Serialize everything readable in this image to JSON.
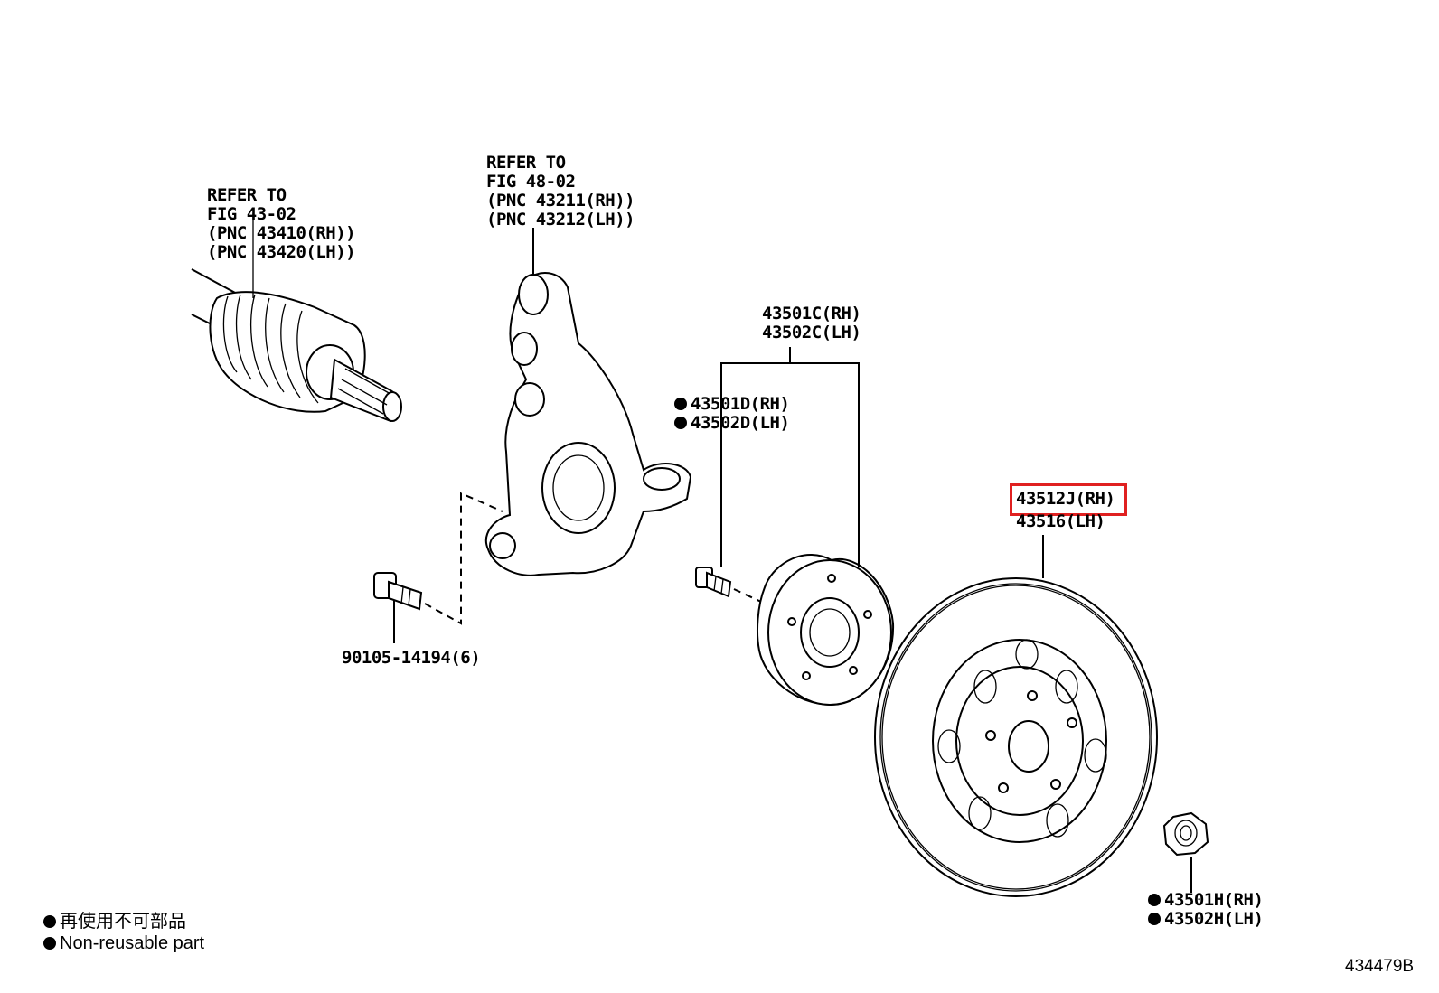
{
  "callouts": {
    "drive_shaft": [
      "REFER TO",
      "FIG 43-02",
      "(PNC 43410(RH))",
      "(PNC 43420(LH))"
    ],
    "knuckle": [
      "REFER TO",
      "FIG 48-02",
      "(PNC 43211(RH))",
      "(PNC 43212(LH))"
    ],
    "hub_rh": "43501C(RH)",
    "hub_lh": "43502C(LH)",
    "hub_bolt_rh": "43501D(RH)",
    "hub_bolt_lh": "43502D(LH)",
    "bolt": "90105-14194(6)",
    "rotor_rh": "43512J(RH)",
    "rotor_lh": "43516(LH)",
    "nut_rh": "43501H(RH)",
    "nut_lh": "43502H(LH)"
  },
  "legend": {
    "line1": "再使用不可部品",
    "line2": "Non-reusable part",
    "marker": "filled-circle"
  },
  "figure_id": "434479B",
  "highlight": {
    "target": "43512J(RH)",
    "color": "#e02020"
  }
}
